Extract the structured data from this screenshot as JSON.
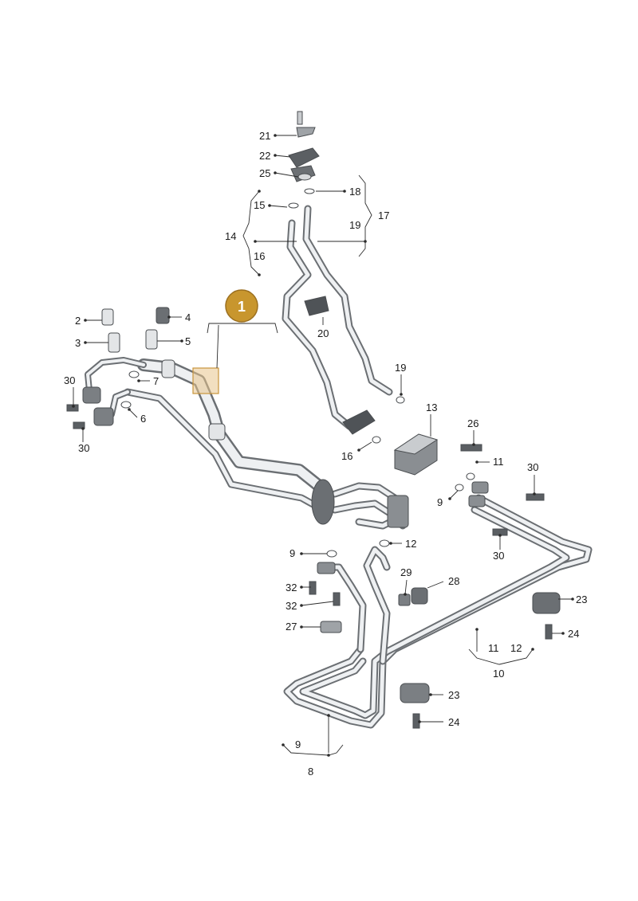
{
  "callout": {
    "number": "1"
  },
  "labels": {
    "l21": "21",
    "l22": "22",
    "l25": "25",
    "l18": "18",
    "l15": "15",
    "l17": "17",
    "l19a": "19",
    "l14": "14",
    "l16a": "16",
    "l20": "20",
    "l2": "2",
    "l4": "4",
    "l3": "3",
    "l5": "5",
    "l7": "7",
    "l30a": "30",
    "l6": "6",
    "l30b": "30",
    "l19b": "19",
    "l13": "13",
    "l26": "26",
    "l16b": "16",
    "l11a": "11",
    "l30c": "30",
    "l9a": "9",
    "l30d": "30",
    "l12a": "12",
    "l9b": "9",
    "l29": "29",
    "l28": "28",
    "l32a": "32",
    "l32b": "32",
    "l23a": "23",
    "l27": "27",
    "l24a": "24",
    "l11b": "11",
    "l12b": "12",
    "l10": "10",
    "l23b": "23",
    "l24b": "24",
    "l9c": "9",
    "l8": "8"
  },
  "colors": {
    "callout_fill": "#c8962e",
    "highlight_box": "#e8c48c",
    "pipe": "#6b6f73"
  }
}
